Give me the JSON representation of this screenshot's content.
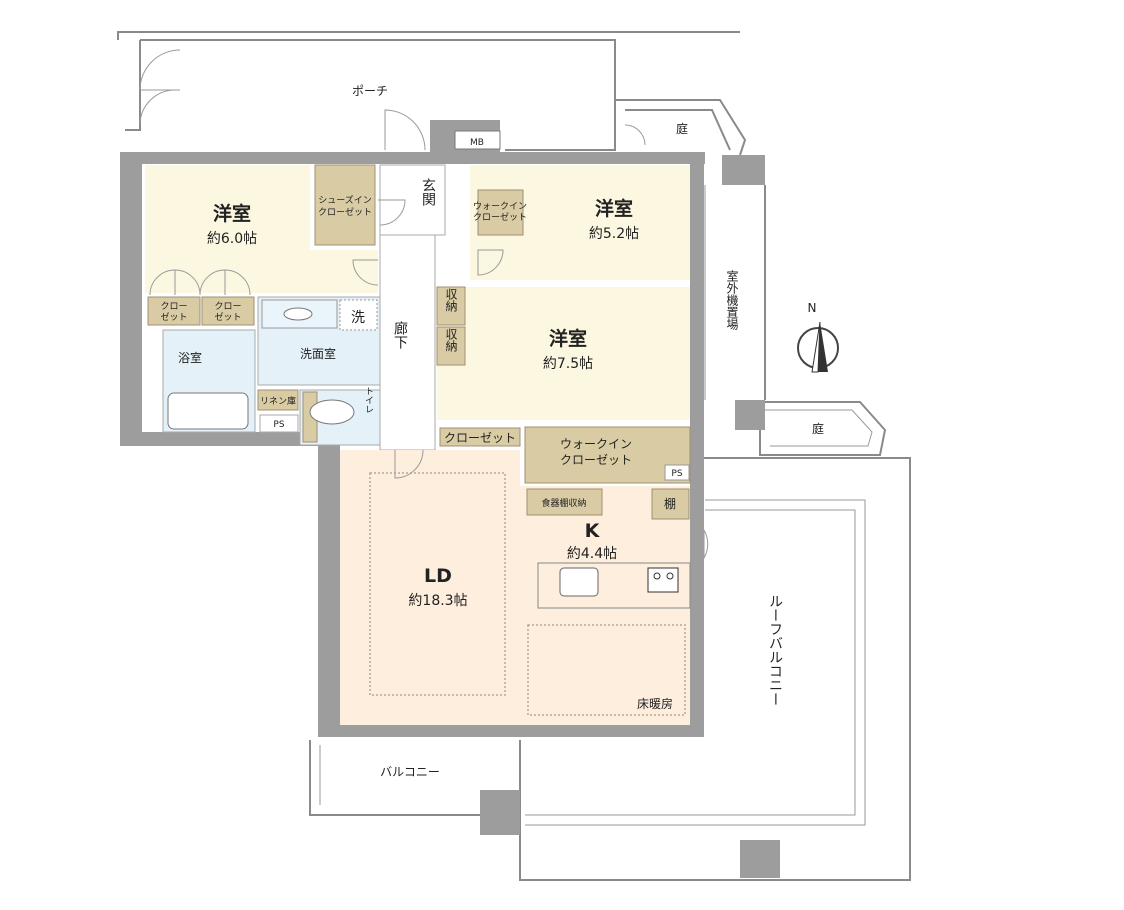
{
  "rooms": {
    "western_1": {
      "name": "洋室",
      "size": "約6.0帖"
    },
    "western_2": {
      "name": "洋室",
      "size": "約5.2帖"
    },
    "western_3": {
      "name": "洋室",
      "size": "約7.5帖"
    },
    "ld": {
      "name": "LD",
      "size": "約18.3帖"
    },
    "kitchen": {
      "name": "K",
      "size": "約4.4帖"
    },
    "entrance": "玄関",
    "corridor": "廊下",
    "bath": "浴室",
    "washroom": "洗面室",
    "washer": "洗",
    "toilet": "トイレ",
    "linen": "リネン庫",
    "ps1": "PS",
    "ps2": "PS",
    "mb": "MB",
    "shoe_closet": [
      "シューズイン",
      "クローゼット"
    ],
    "walkin_small": [
      "ウォークイン",
      "クローゼット"
    ],
    "walkin_large": [
      "ウォークイン",
      "クローゼット"
    ],
    "closet_a": [
      "クロー",
      "ゼット"
    ],
    "closet_b": [
      "クロー",
      "ゼット"
    ],
    "closet_c": "クローゼット",
    "storage_1": "収納",
    "storage_2": "収納",
    "dish_storage": "食器棚収納",
    "shelf": "棚",
    "floor_heating": "床暖房"
  },
  "outdoor": {
    "porch": "ポーチ",
    "garden_1": "庭",
    "garden_2": "庭",
    "ac_space": "室外機置場",
    "balcony": "バルコニー",
    "roof_balcony": "ルーフバルコニー"
  },
  "compass": {
    "label": "N"
  },
  "colors": {
    "bedroom": "#fbf7e0",
    "closet": "#d9cca4",
    "wet_area": "#e4f1f9",
    "living": "#fdeedd",
    "wall": "#9d9d9d"
  }
}
